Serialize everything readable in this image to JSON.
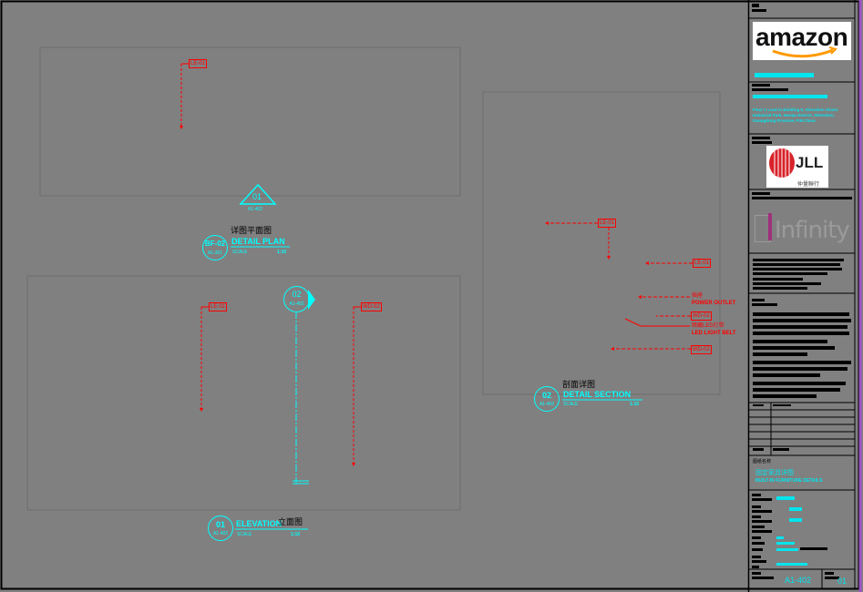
{
  "drawing": {
    "plan": {
      "cn_title": "详图平面图",
      "ref_num": "BF-02",
      "ref_sheet": "A1-301",
      "title": "DETAIL PLAN",
      "scale_label": "SCALE",
      "scale_value": "1:10",
      "marker_num": "01",
      "marker_sheet": "A1-402",
      "tags": [
        "LE-01"
      ]
    },
    "elevation": {
      "cn_title": "立面图",
      "ref_num": "01",
      "ref_sheet": "A1-402",
      "title": "ELEVATION",
      "scale_label": "SCALE",
      "scale_value": "1:10",
      "marker_num": "02",
      "marker_sheet": "A1-402",
      "tags": [
        "LE-01",
        "WD-02"
      ]
    },
    "section": {
      "cn_title": "剖面详图",
      "ref_num": "02",
      "ref_sheet": "A1-402",
      "title": "DETAIL SECTION",
      "scale_label": "SCALE",
      "scale_value": "1:10",
      "tags": [
        "LE-01",
        "LE-01",
        "WD-02",
        "WD-02"
      ],
      "notes": {
        "outlet_cn": "插座",
        "outlet_en": "POWER OUTLET",
        "led_cn": "暗藏LED灯带",
        "led_en": "LED LIGHT BELT"
      }
    }
  },
  "title_block": {
    "client_logo": "amazon",
    "address": "Floor 1 Lead in Building 6, Shenzhen Vision Industrial Park, Huoqu District, Shenzhen, Guangdong Province, P.R.China",
    "pm_logo": "JLL",
    "pm_cn": "仲量聯行",
    "designer_logo": "Infinity",
    "drawing_title_label": "图纸名称",
    "drawing_title_cn": "固定家具详图",
    "drawing_title_en": "BUILT-IN FURNITURE DETAILS",
    "sheet_no": "A1-402",
    "revision": "01"
  },
  "colors": {
    "background": "#808080",
    "annotation_cyan": "#00ffff",
    "tag_red": "#ff0000",
    "accent_purple": "#a050c8"
  }
}
